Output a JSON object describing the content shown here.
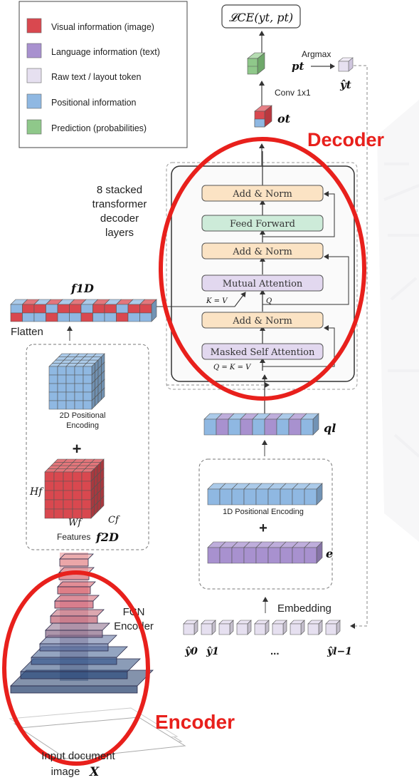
{
  "legend": [
    {
      "label": "Visual information (image)",
      "color": "#d9484f"
    },
    {
      "label": "Language information (text)",
      "color": "#a891cf"
    },
    {
      "label": "Raw text / layout token",
      "color": "#e6e0f0"
    },
    {
      "label": "Positional information",
      "color": "#8fb8e2"
    },
    {
      "label": "Prediction (probabilities)",
      "color": "#8fc88a"
    }
  ],
  "loss": "𝓛CE(yt, pt)",
  "argmax": "Argmax",
  "pt": "pt",
  "yhat_t": "ŷt",
  "conv": "Conv 1x1",
  "ot": "ot",
  "decoder_highlight": "Decoder",
  "encoder_highlight": "Encoder",
  "stack_caption": [
    "8 stacked",
    "transformer",
    "decoder",
    "layers"
  ],
  "decoder_blocks": {
    "add_norm": "Add & Norm",
    "feed_forward": "Feed Forward",
    "mutual_attention": "Mutual Attention",
    "masked_self_attention": "Masked Self Attention"
  },
  "kv_label": "K = V",
  "q_label": "Q",
  "qkv_label": "Q = K = V",
  "f1d": "f1D",
  "flatten": "Flatten",
  "pos_enc_2d": [
    "2D Positional",
    "Encoding"
  ],
  "plus": "+",
  "hf": "Hf",
  "wf": "Wf",
  "cf": "Cf",
  "features": "Features",
  "f2d": "f2D",
  "ql": "ql",
  "pos_enc_1d": "1D Positional Encoding",
  "e_label": "e",
  "embedding": "Embedding",
  "token_labels": {
    "y0": "ŷ0",
    "y1": "ŷ1",
    "dots": "...",
    "yl": "ŷl−1"
  },
  "fcn": [
    "FCN",
    "Encoder"
  ],
  "input_doc": [
    "Input  document",
    "image"
  ],
  "x_label": "X"
}
